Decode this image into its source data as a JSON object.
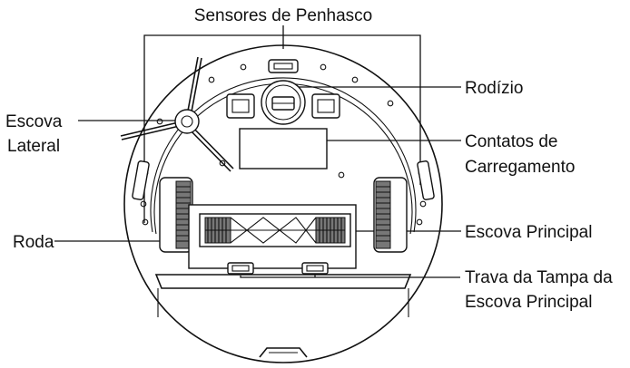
{
  "labels": {
    "cliff_sensors": "Sensores de Penhasco",
    "caster": "Rodízio",
    "side_brush_line1": "Escova",
    "side_brush_line2": "Lateral",
    "charging_contacts_line1": "Contatos de",
    "charging_contacts_line2": "Carregamento",
    "wheel": "Roda",
    "main_brush": "Escova Principal",
    "main_brush_latch_line1": "Trava da Tampa da",
    "main_brush_latch_line2": "Escova Principal"
  }
}
